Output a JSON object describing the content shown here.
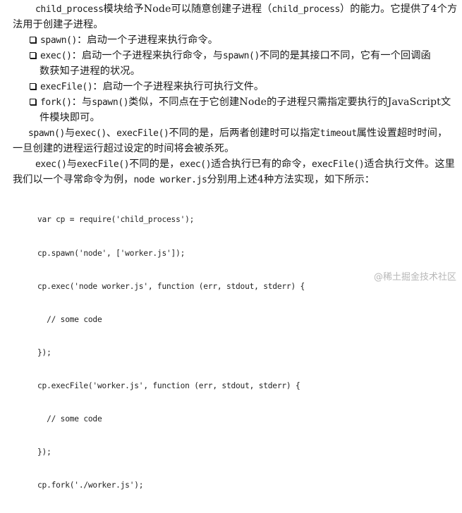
{
  "paragraph1": {
    "line1_code": "child_process",
    "line1_text_a": "模块给予Node可以随意创建子进程（",
    "line1_code2": "child_process",
    "line1_text_b": "）的能力。它提供了4个方",
    "line2": "法用于创建子进程。"
  },
  "bullets": [
    {
      "code": "spawn()",
      "text": "：启动一个子进程来执行命令。"
    },
    {
      "code": "exec()",
      "text_a": "：启动一个子进程来执行命令，与",
      "code2": "spawn()",
      "text_b": "不同的是其接口不同，它有一个回调函",
      "cont": "数获知子进程的状况。"
    },
    {
      "code": "execFile()",
      "text": "：启动一个子进程来执行可执行文件。"
    },
    {
      "code": "fork()",
      "text_a": "：与",
      "code2": "spawn()",
      "text_b": "类似，不同点在于它创建Node的子进程只需指定要执行的JavaScript文",
      "cont": "件模块即可。"
    }
  ],
  "paragraph2": {
    "code_a": "spawn()",
    "text_a": "与",
    "code_b": "exec()",
    "text_b": "、",
    "code_c": "execFile()",
    "text_c": "不同的是，后两者创建时可以指定",
    "code_d": "timeout",
    "text_d": "属性设置超时时间，",
    "line2": "一旦创建的进程运行超过设定的时间将会被杀死。"
  },
  "paragraph3": {
    "code_a": "exec()",
    "text_a": "与",
    "code_b": "execFile()",
    "text_b": "不同的是，",
    "code_c": "exec()",
    "text_c": "适合执行已有的命令，",
    "code_d": "execFile()",
    "text_d": "适合执行文件。这里",
    "line2_a": "我们以一个寻常命令为例，",
    "line2_code": "node worker.js",
    "line2_b": "分别用上述4种方法实现，如下所示："
  },
  "code_block": {
    "lines": [
      "var cp = require('child_process');",
      "cp.spawn('node', ['worker.js']);",
      "cp.exec('node worker.js', function (err, stdout, stderr) {",
      "  // some code",
      "});",
      "cp.execFile('worker.js', function (err, stdout, stderr) {",
      "  // some code",
      "});",
      "cp.fork('./worker.js');"
    ]
  },
  "watermark": "@稀土掘金技术社区"
}
